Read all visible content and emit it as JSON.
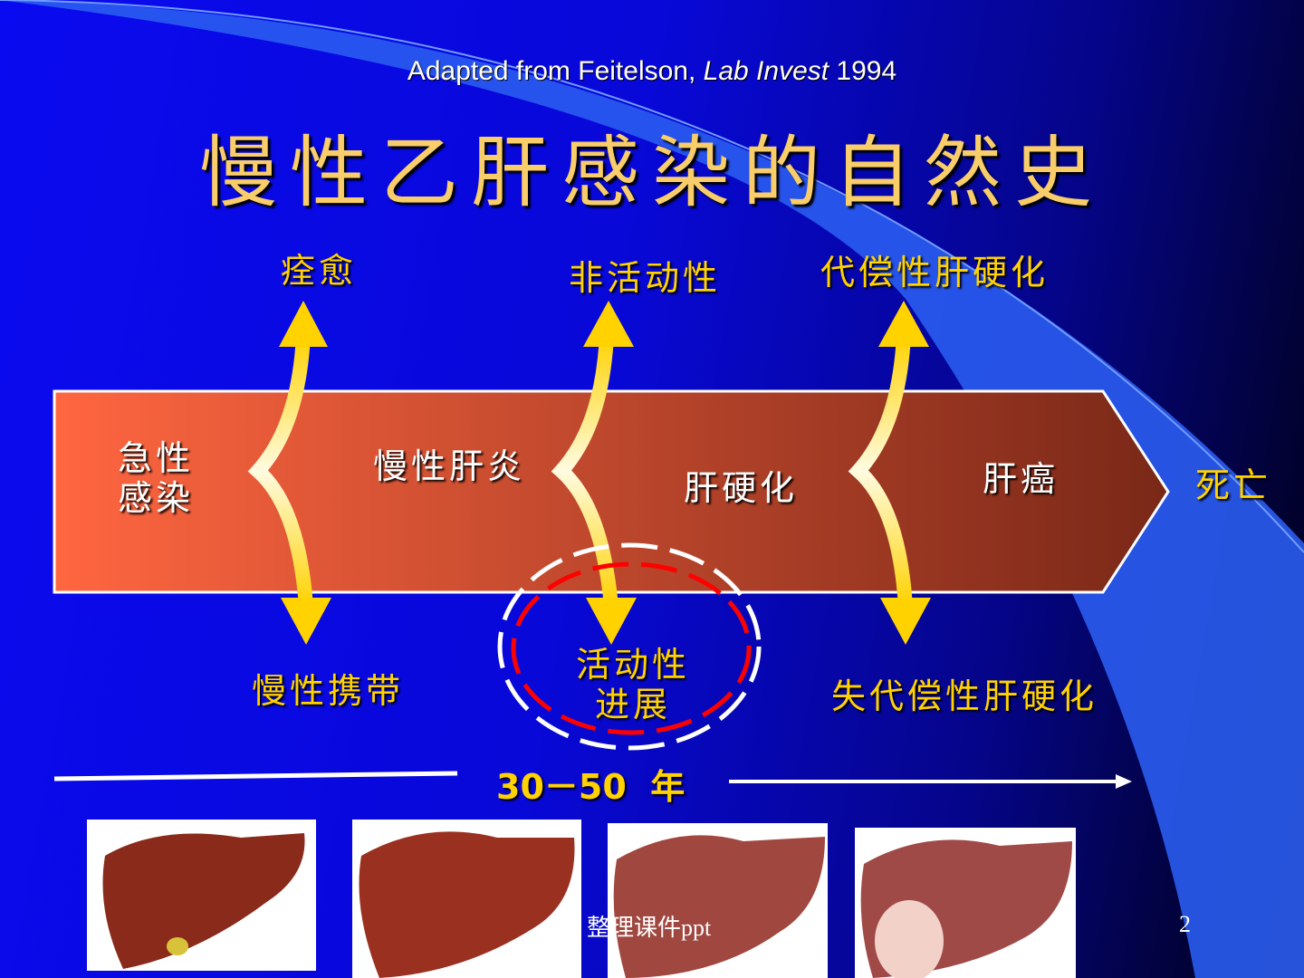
{
  "slide": {
    "title": "慢性乙肝感染的自然史",
    "credit_prefix": "Adapted from Feitelson, ",
    "credit_journal": "Lab Invest",
    "credit_year": " 1994",
    "page_number": "2",
    "footer_text": "整理课件ppt"
  },
  "stages": [
    "急性\n感染",
    "慢性肝炎",
    "肝硬化",
    "肝癌"
  ],
  "death": "死亡",
  "upper_outcomes": [
    "痊愈",
    "非活动性",
    "代偿性肝硬化"
  ],
  "lower_outcomes": [
    "慢性携带",
    "活动性\n进展",
    "失代偿性肝硬化"
  ],
  "timeline": "30－50  年",
  "colors": {
    "title": "#f8cd6a",
    "outcome": "#ffd200",
    "band_start": "#ff6640",
    "band_end": "#7a2818",
    "swoosh": "#3366ff"
  }
}
